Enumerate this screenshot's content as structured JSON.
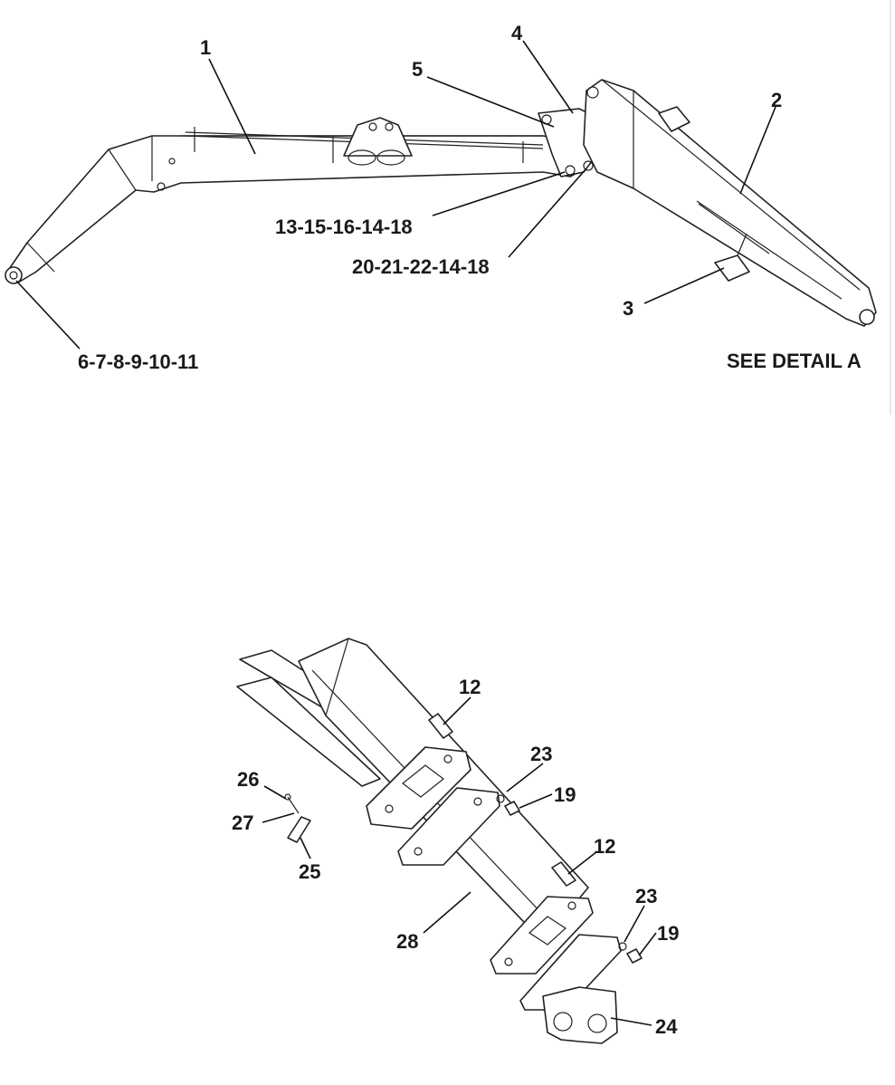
{
  "diagram": {
    "callouts": {
      "c1": "1",
      "c2": "2",
      "c3": "3",
      "c4": "4",
      "c5": "5",
      "c_13_15_16_14_18": "13-15-16-14-18",
      "c_20_21_22_14_18": "20-21-22-14-18",
      "c_6_7_8_9_10_11": "6-7-8-9-10-11",
      "see_detail": "SEE DETAIL A",
      "c12a": "12",
      "c12b": "12",
      "c23a": "23",
      "c23b": "23",
      "c19a": "19",
      "c19b": "19",
      "c26": "26",
      "c27": "27",
      "c25": "25",
      "c28": "28",
      "c24": "24"
    }
  }
}
